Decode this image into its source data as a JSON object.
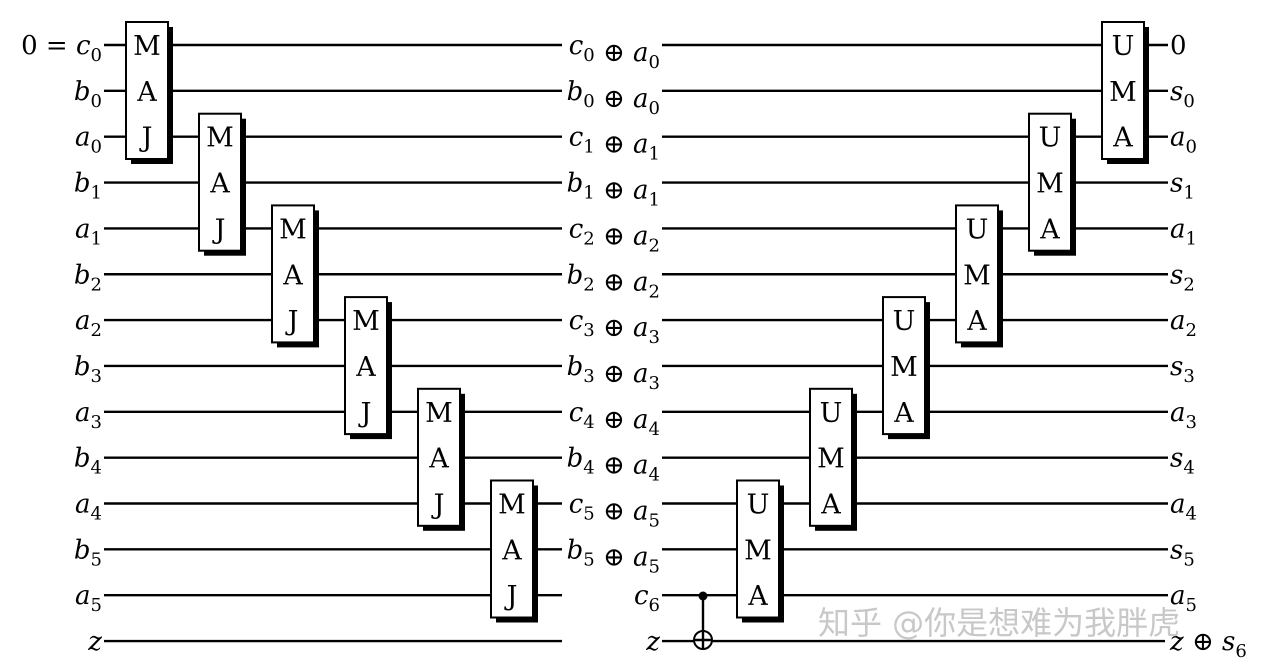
{
  "left_labels": [
    {
      "prefix": "0 = ",
      "base": "c",
      "sub": "0"
    },
    {
      "prefix": "",
      "base": "b",
      "sub": "0"
    },
    {
      "prefix": "",
      "base": "a",
      "sub": "0"
    },
    {
      "prefix": "",
      "base": "b",
      "sub": "1"
    },
    {
      "prefix": "",
      "base": "a",
      "sub": "1"
    },
    {
      "prefix": "",
      "base": "b",
      "sub": "2"
    },
    {
      "prefix": "",
      "base": "a",
      "sub": "2"
    },
    {
      "prefix": "",
      "base": "b",
      "sub": "3"
    },
    {
      "prefix": "",
      "base": "a",
      "sub": "3"
    },
    {
      "prefix": "",
      "base": "b",
      "sub": "4"
    },
    {
      "prefix": "",
      "base": "a",
      "sub": "4"
    },
    {
      "prefix": "",
      "base": "b",
      "sub": "5"
    },
    {
      "prefix": "",
      "base": "a",
      "sub": "5"
    },
    {
      "prefix": "",
      "base": "z",
      "sub": ""
    }
  ],
  "middle_labels": [
    {
      "base": "c",
      "sub": "0",
      "op": " ⊕ ",
      "base2": "a",
      "sub2": "0"
    },
    {
      "base": "b",
      "sub": "0",
      "op": " ⊕ ",
      "base2": "a",
      "sub2": "0"
    },
    {
      "base": "c",
      "sub": "1",
      "op": " ⊕ ",
      "base2": "a",
      "sub2": "1"
    },
    {
      "base": "b",
      "sub": "1",
      "op": " ⊕ ",
      "base2": "a",
      "sub2": "1"
    },
    {
      "base": "c",
      "sub": "2",
      "op": " ⊕ ",
      "base2": "a",
      "sub2": "2"
    },
    {
      "base": "b",
      "sub": "2",
      "op": " ⊕ ",
      "base2": "a",
      "sub2": "2"
    },
    {
      "base": "c",
      "sub": "3",
      "op": " ⊕ ",
      "base2": "a",
      "sub2": "3"
    },
    {
      "base": "b",
      "sub": "3",
      "op": " ⊕ ",
      "base2": "a",
      "sub2": "3"
    },
    {
      "base": "c",
      "sub": "4",
      "op": " ⊕ ",
      "base2": "a",
      "sub2": "4"
    },
    {
      "base": "b",
      "sub": "4",
      "op": " ⊕ ",
      "base2": "a",
      "sub2": "4"
    },
    {
      "base": "c",
      "sub": "5",
      "op": " ⊕ ",
      "base2": "a",
      "sub2": "5"
    },
    {
      "base": "b",
      "sub": "5",
      "op": " ⊕ ",
      "base2": "a",
      "sub2": "5"
    },
    {
      "base": "c",
      "sub": "6",
      "op": "",
      "base2": "",
      "sub2": ""
    },
    {
      "base": "z",
      "sub": "",
      "op": "",
      "base2": "",
      "sub2": ""
    }
  ],
  "right_labels": [
    {
      "base": "0",
      "sub": "",
      "plain": true,
      "op": "",
      "base2": "",
      "sub2": ""
    },
    {
      "base": "s",
      "sub": "0",
      "plain": false,
      "op": "",
      "base2": "",
      "sub2": ""
    },
    {
      "base": "a",
      "sub": "0",
      "plain": false,
      "op": "",
      "base2": "",
      "sub2": ""
    },
    {
      "base": "s",
      "sub": "1",
      "plain": false,
      "op": "",
      "base2": "",
      "sub2": ""
    },
    {
      "base": "a",
      "sub": "1",
      "plain": false,
      "op": "",
      "base2": "",
      "sub2": ""
    },
    {
      "base": "s",
      "sub": "2",
      "plain": false,
      "op": "",
      "base2": "",
      "sub2": ""
    },
    {
      "base": "a",
      "sub": "2",
      "plain": false,
      "op": "",
      "base2": "",
      "sub2": ""
    },
    {
      "base": "s",
      "sub": "3",
      "plain": false,
      "op": "",
      "base2": "",
      "sub2": ""
    },
    {
      "base": "a",
      "sub": "3",
      "plain": false,
      "op": "",
      "base2": "",
      "sub2": ""
    },
    {
      "base": "s",
      "sub": "4",
      "plain": false,
      "op": "",
      "base2": "",
      "sub2": ""
    },
    {
      "base": "a",
      "sub": "4",
      "plain": false,
      "op": "",
      "base2": "",
      "sub2": ""
    },
    {
      "base": "s",
      "sub": "5",
      "plain": false,
      "op": "",
      "base2": "",
      "sub2": ""
    },
    {
      "base": "a",
      "sub": "5",
      "plain": false,
      "op": "",
      "base2": "",
      "sub2": ""
    },
    {
      "base": "z",
      "sub": "",
      "plain": false,
      "op": " ⊕ ",
      "base2": "s",
      "sub2": "6"
    }
  ],
  "maj_gates": [
    {
      "letters": [
        "M",
        "A",
        "J"
      ]
    },
    {
      "letters": [
        "M",
        "A",
        "J"
      ]
    },
    {
      "letters": [
        "M",
        "A",
        "J"
      ]
    },
    {
      "letters": [
        "M",
        "A",
        "J"
      ]
    },
    {
      "letters": [
        "M",
        "A",
        "J"
      ]
    },
    {
      "letters": [
        "M",
        "A",
        "J"
      ]
    }
  ],
  "uma_gates": [
    {
      "letters": [
        "U",
        "M",
        "A"
      ]
    },
    {
      "letters": [
        "U",
        "M",
        "A"
      ]
    },
    {
      "letters": [
        "U",
        "M",
        "A"
      ]
    },
    {
      "letters": [
        "U",
        "M",
        "A"
      ]
    },
    {
      "letters": [
        "U",
        "M",
        "A"
      ]
    },
    {
      "letters": [
        "U",
        "M",
        "A"
      ]
    }
  ],
  "watermark": "知乎 @你是想难为我胖虎"
}
